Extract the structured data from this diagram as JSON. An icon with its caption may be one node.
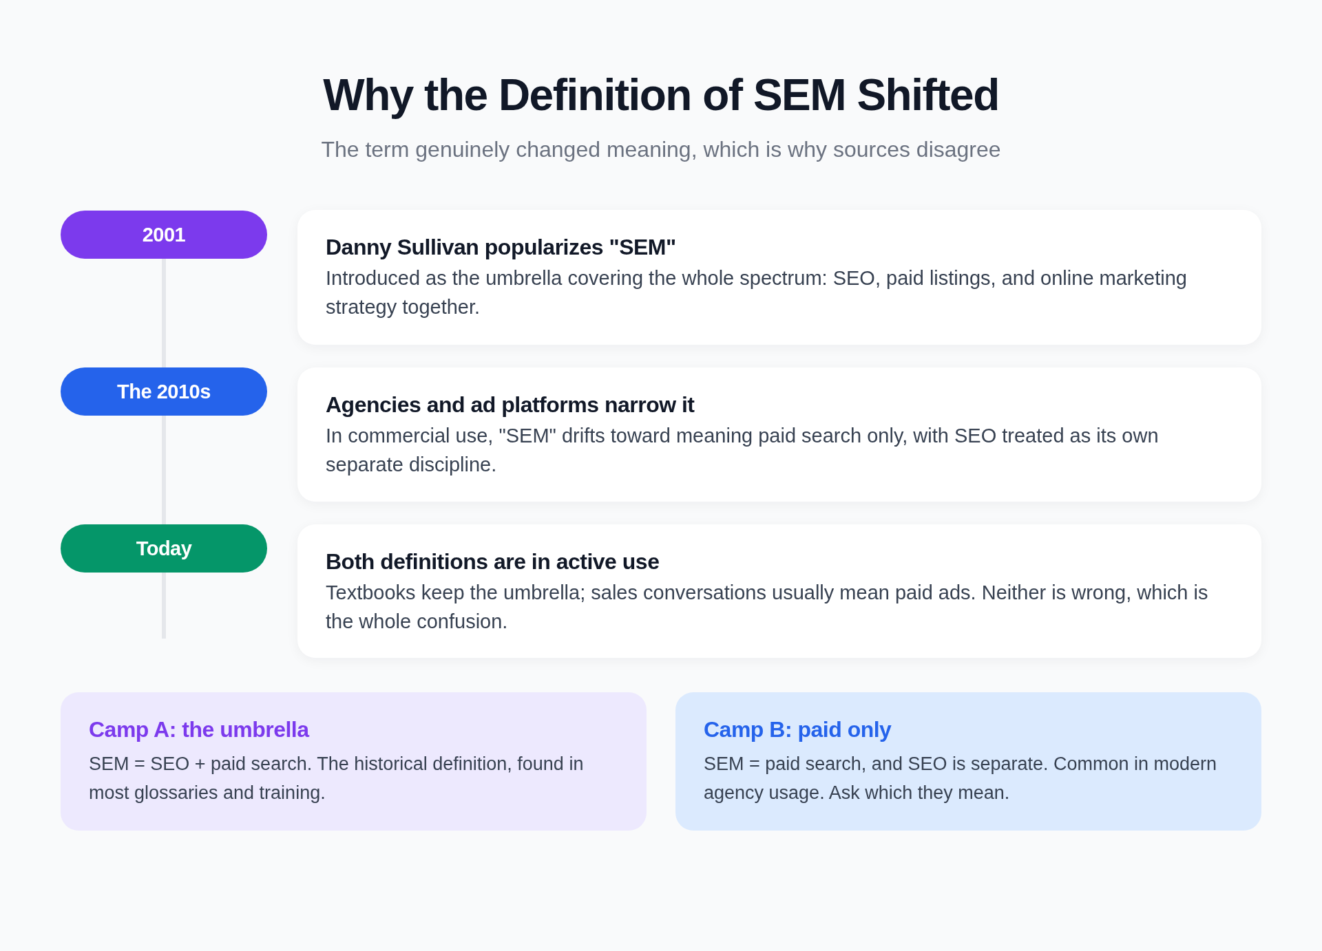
{
  "diagram": {
    "title": "Why the Definition of SEM Shifted",
    "caption": "The term genuinely changed meaning, which is why sources disagree",
    "nodes": [
      {
        "text": [
          "2001"
        ]
      },
      {
        "text": [
          "Danny Sullivan popularizes \"SEM\"",
          "Introduced as the umbrella covering the whole spectrum: SEO, paid listings, and online marketing strategy together."
        ]
      },
      {
        "text": [
          "The 2010s"
        ]
      },
      {
        "text": [
          "Agencies and ad platforms narrow it",
          "In commercial use, \"SEM\" drifts toward meaning paid search only, with SEO treated as its own separate discipline."
        ]
      },
      {
        "text": [
          "Today"
        ]
      },
      {
        "text": [
          "Both definitions are in active use",
          "Textbooks keep the umbrella; sales conversations usually mean paid ads. Neither is wrong, which is the whole confusion."
        ]
      },
      {
        "text": [
          "Camp A: the umbrella",
          "SEM = SEO + paid search. The historical definition, found in most glossaries and training."
        ]
      },
      {
        "text": [
          "Camp B: paid only",
          "SEM = paid search, and SEO is separate. Common in modern agency usage. Ask which they mean."
        ]
      }
    ],
    "edges": [
      {
        "from": 0,
        "to": 2,
        "arrow": "none"
      },
      {
        "from": 2,
        "to": 4,
        "arrow": "none"
      },
      {
        "from": 4,
        "to": null,
        "arrow": "none"
      }
    ]
  }
}
